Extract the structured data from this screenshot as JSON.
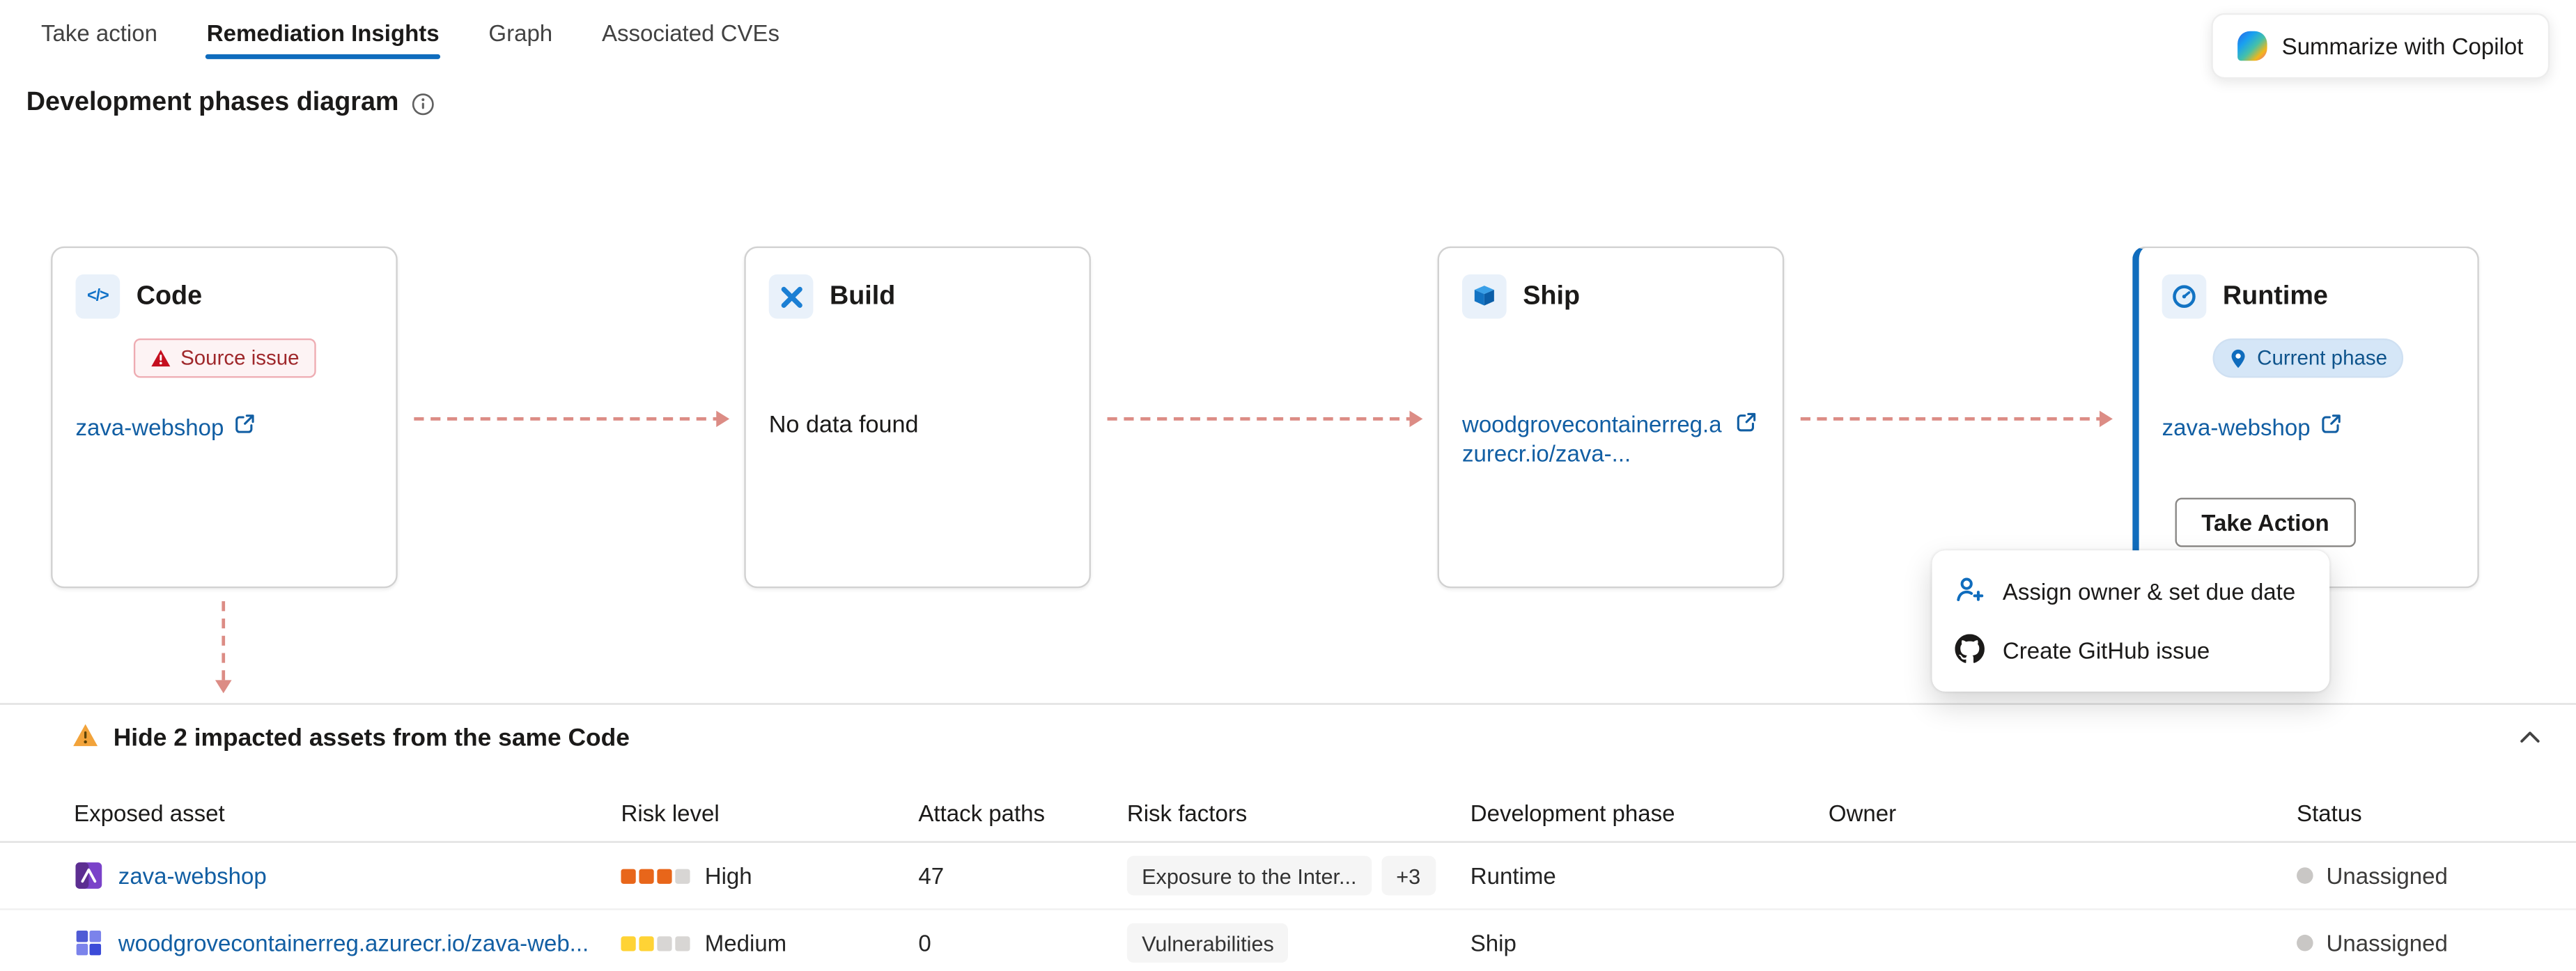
{
  "tabs": [
    {
      "label": "Take action"
    },
    {
      "label": "Remediation Insights"
    },
    {
      "label": "Graph"
    },
    {
      "label": "Associated CVEs"
    }
  ],
  "active_tab": "Remediation Insights",
  "copilot": {
    "label": "Summarize with Copilot"
  },
  "section": {
    "title": "Development phases diagram"
  },
  "phases": {
    "code": {
      "name": "Code",
      "badge": "Source issue",
      "link": "zava-webshop",
      "icon_glyph": "</>"
    },
    "build": {
      "name": "Build",
      "empty": "No data found"
    },
    "ship": {
      "name": "Ship",
      "link": "woodgrovecontainerreg.azurecr.io/zava-..."
    },
    "runtime": {
      "name": "Runtime",
      "badge": "Current phase",
      "link": "zava-webshop",
      "action_label": "Take Action"
    }
  },
  "action_menu": {
    "items": [
      {
        "label": "Assign owner & set due date",
        "icon": "person-add-icon"
      },
      {
        "label": "Create GitHub issue",
        "icon": "github-icon"
      }
    ]
  },
  "impacted_assets": {
    "title": "Hide 2 impacted assets from the same Code"
  },
  "table": {
    "columns": [
      "Exposed asset",
      "Risk level",
      "Attack paths",
      "Risk factors",
      "Development phase",
      "Owner",
      "Status"
    ],
    "rows": [
      {
        "asset": "zava-webshop",
        "risk": {
          "label": "High",
          "filled": 3,
          "total": 4,
          "color": "#e8661a",
          "empty": "#d8d6d4"
        },
        "attack_paths": "47",
        "risk_factors": [
          "Exposure to the Inter...",
          "+3"
        ],
        "phase": "Runtime",
        "owner": "",
        "status": "Unassigned"
      },
      {
        "asset": "woodgrovecontainerreg.azurecr.io/zava-web...",
        "risk": {
          "label": "Medium",
          "filled": 2,
          "total": 4,
          "color": "#ffd335",
          "empty": "#d8d6d4"
        },
        "attack_paths": "0",
        "risk_factors": [
          "Vulnerabilities"
        ],
        "phase": "Ship",
        "owner": "",
        "status": "Unassigned"
      }
    ]
  },
  "colors": {
    "accent": "#0f6cbd",
    "link": "#115ea3",
    "arrow": "#dc8c85",
    "source_badge_bg": "#fdf3f4",
    "source_badge_text": "#9f282b",
    "current_badge_bg": "#d5e6f7",
    "current_badge_text": "#0f548c"
  }
}
